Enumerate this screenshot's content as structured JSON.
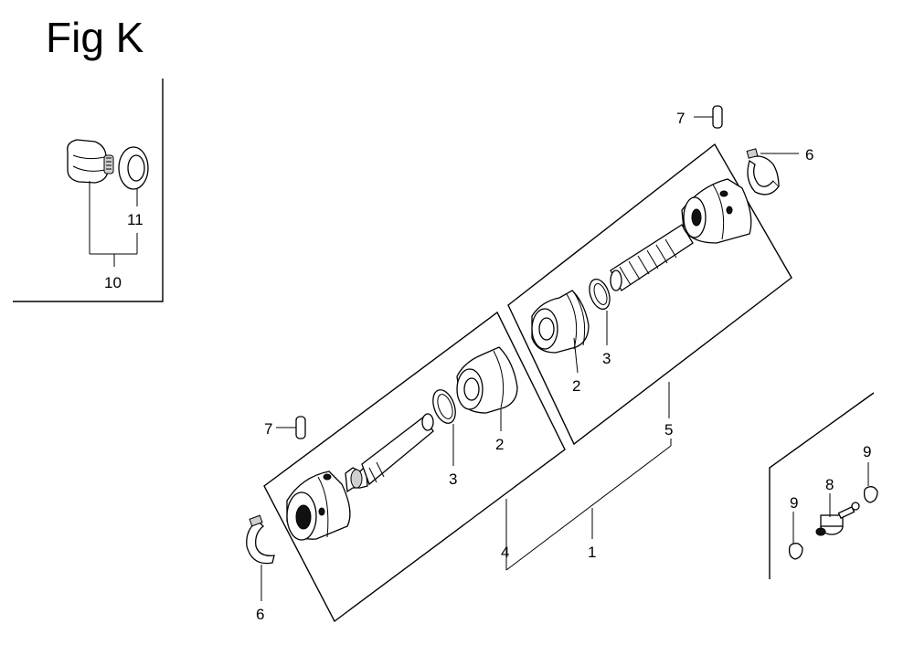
{
  "figure": {
    "title": "Fig K"
  },
  "callouts": {
    "p1": "1",
    "p2a": "2",
    "p2b": "2",
    "p3a": "3",
    "p3b": "3",
    "p4": "4",
    "p5": "5",
    "p6a": "6",
    "p6b": "6",
    "p7a": "7",
    "p7b": "7",
    "p8": "8",
    "p9a": "9",
    "p9b": "9",
    "p10": "10",
    "p11": "11"
  }
}
